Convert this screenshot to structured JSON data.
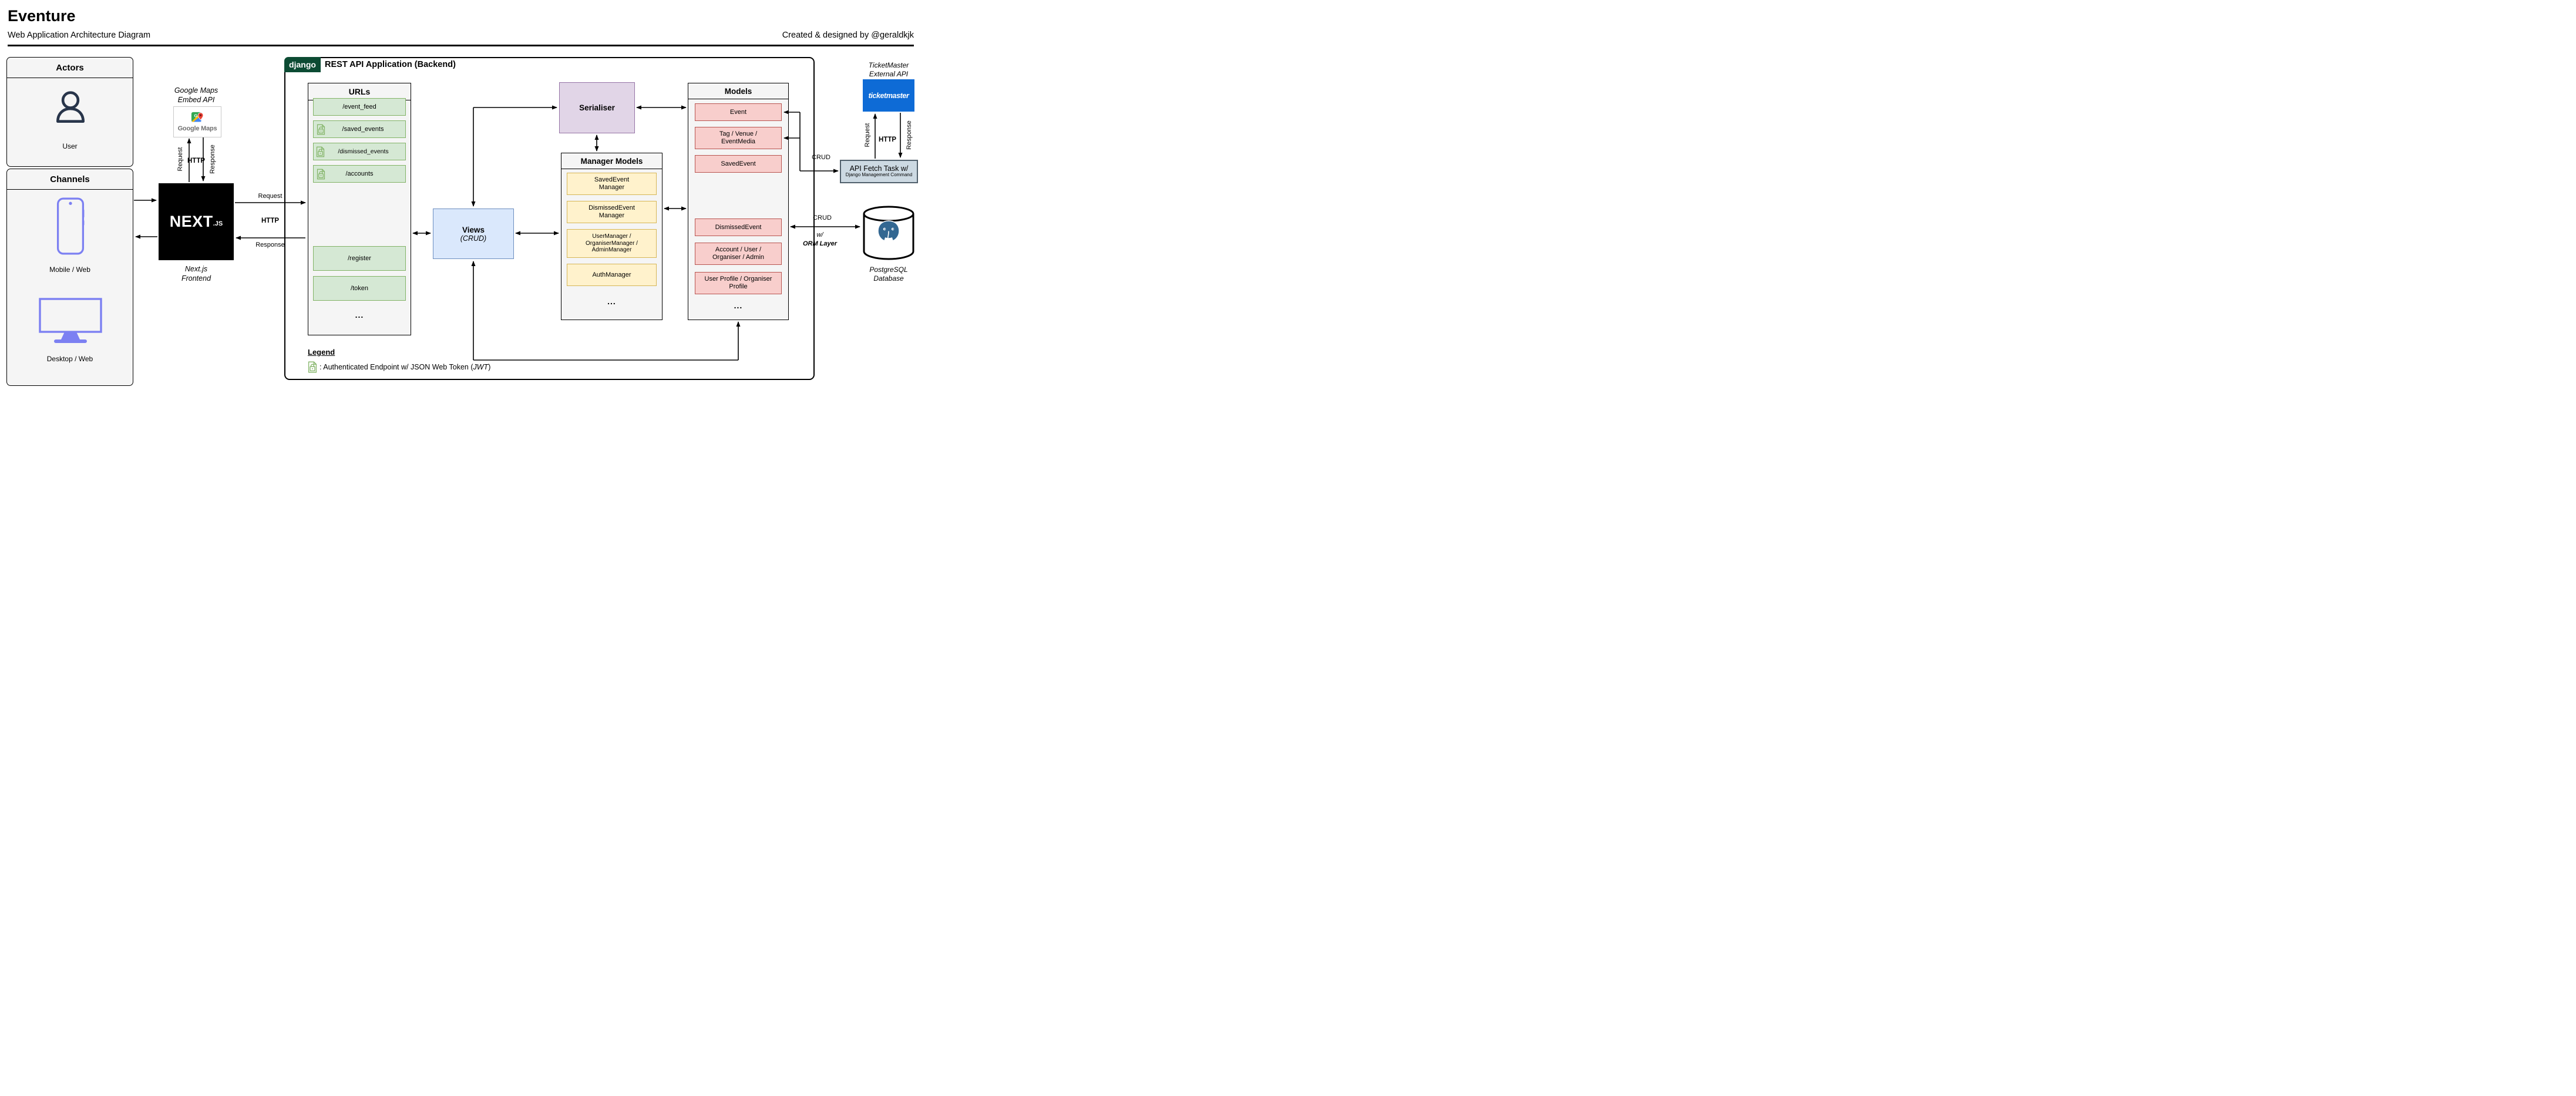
{
  "header": {
    "title": "Eventure",
    "subtitle": "Web Application Architecture Diagram",
    "credit": "Created & designed by @geraldkjk"
  },
  "actors": {
    "title": "Actors",
    "user_label": "User"
  },
  "channels": {
    "title": "Channels",
    "mobile_label": "Mobile / Web",
    "desktop_label": "Desktop / Web"
  },
  "google_maps": {
    "caption_line1": "Google Maps",
    "caption_line2": "Embed API",
    "logo_text": "Google Maps"
  },
  "frontend": {
    "logo_main": "NEXT",
    "logo_suffix": ".JS",
    "caption_line1": "Next.js",
    "caption_line2": "Frontend"
  },
  "arrow_labels": {
    "request": "Request",
    "response": "Response",
    "http": "HTTP",
    "crud_fetch": "CRUD",
    "crud_db": "CRUD",
    "with": "w/",
    "orm_layer": "ORM Layer"
  },
  "django": {
    "badge": "django",
    "title": "REST API Application (Backend)",
    "urls": {
      "title": "URLs",
      "items": [
        {
          "label": "/event_feed",
          "locked": false
        },
        {
          "label": "/saved_events",
          "locked": true
        },
        {
          "label": "/dismissed_events",
          "locked": true
        },
        {
          "label": "/accounts",
          "locked": true
        },
        {
          "label": "/register",
          "locked": false
        },
        {
          "label": "/token",
          "locked": false
        }
      ],
      "more": "..."
    },
    "views": {
      "title": "Views",
      "subtitle": "(CRUD)"
    },
    "serialiser": {
      "title": "Serialiser"
    },
    "managers": {
      "title": "Manager Models",
      "items": [
        {
          "label": "SavedEvent Manager"
        },
        {
          "label": "DismissedEvent Manager"
        },
        {
          "label": "UserManager / OrganiserManager / AdminManager"
        },
        {
          "label": "AuthManager"
        }
      ],
      "more": "..."
    },
    "models": {
      "title": "Models",
      "items": [
        {
          "label": "Event"
        },
        {
          "label": "Tag / Venue / EventMedia"
        },
        {
          "label": "SavedEvent"
        },
        {
          "label": "DismissedEvent"
        },
        {
          "label": "Account / User / Organiser / Admin"
        },
        {
          "label": "User Profile / Organiser Profile"
        }
      ],
      "more": "..."
    },
    "legend": {
      "heading": "Legend",
      "prefix": ": Authenticated Endpoint w/ JSON Web Token (",
      "jwt": "JWT",
      "suffix": ")"
    }
  },
  "external": {
    "ticketmaster": {
      "caption_line1": "TicketMaster",
      "caption_line2": "External API",
      "logo_text": "ticketmaster"
    },
    "api_fetch": {
      "line1": "API Fetch Task w/",
      "line2": "Django Management Command"
    },
    "postgres": {
      "caption_line1": "PostgreSQL",
      "caption_line2": "Database"
    }
  },
  "colors": {
    "endpoint_fill": "#d5e8d4",
    "endpoint_border": "#82b366",
    "manager_fill": "#fff2cc",
    "manager_border": "#d6b656",
    "model_fill": "#f8cecc",
    "model_border": "#b85450",
    "views_fill": "#dae8fc",
    "views_border": "#6c8ebf",
    "serialiser_fill": "#e1d5e7",
    "serialiser_border": "#9673a6",
    "django_green": "#0c4b33",
    "ticketmaster_blue": "#0e6bd6",
    "postgres_blue": "#336791",
    "device_purple": "#7c80f2",
    "api_fetch_fill": "#ccd9e2"
  }
}
